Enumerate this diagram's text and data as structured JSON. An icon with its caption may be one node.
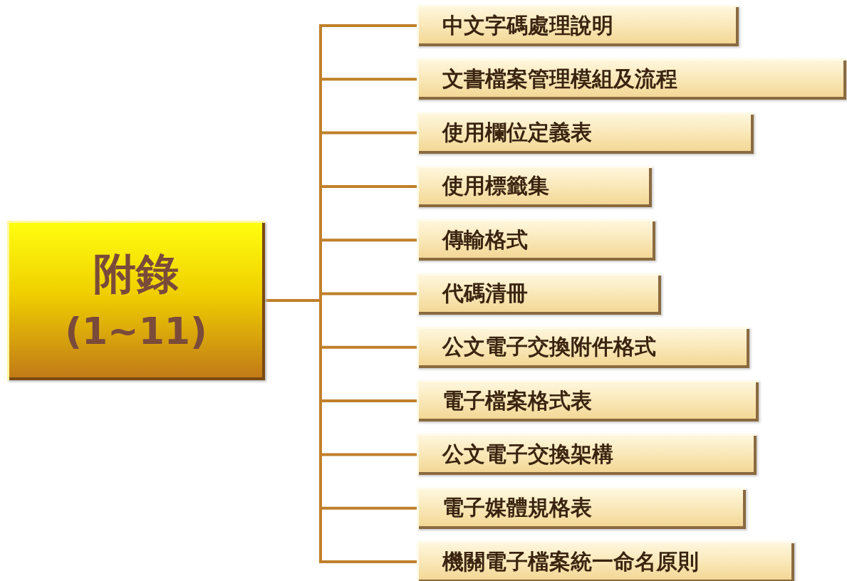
{
  "diagram": {
    "nodes": [
      {
        "text": [
          "附錄",
          "(1~11)"
        ]
      },
      {
        "text": [
          "中文字碼處理說明"
        ]
      },
      {
        "text": [
          "文書檔案管理模組及流程"
        ]
      },
      {
        "text": [
          "使用欄位定義表"
        ]
      },
      {
        "text": [
          "使用標籤集"
        ]
      },
      {
        "text": [
          "傳輸格式"
        ]
      },
      {
        "text": [
          "代碼清冊"
        ]
      },
      {
        "text": [
          "公文電子交換附件格式"
        ]
      },
      {
        "text": [
          "電子檔案格式表"
        ]
      },
      {
        "text": [
          "公文電子交換架構"
        ]
      },
      {
        "text": [
          "電子媒體規格表"
        ]
      },
      {
        "text": [
          "機關電子檔案統一命名原則"
        ]
      }
    ],
    "edges": [
      {
        "from": 0,
        "to": 1,
        "arrow": "none"
      },
      {
        "from": 0,
        "to": 2,
        "arrow": "none"
      },
      {
        "from": 0,
        "to": 3,
        "arrow": "none"
      },
      {
        "from": 0,
        "to": 4,
        "arrow": "none"
      },
      {
        "from": 0,
        "to": 5,
        "arrow": "none"
      },
      {
        "from": 0,
        "to": 6,
        "arrow": "none"
      },
      {
        "from": 0,
        "to": 7,
        "arrow": "none"
      },
      {
        "from": 0,
        "to": 8,
        "arrow": "none"
      },
      {
        "from": 0,
        "to": 9,
        "arrow": "none"
      },
      {
        "from": 0,
        "to": 10,
        "arrow": "none"
      },
      {
        "from": 0,
        "to": 11,
        "arrow": "none"
      }
    ]
  }
}
